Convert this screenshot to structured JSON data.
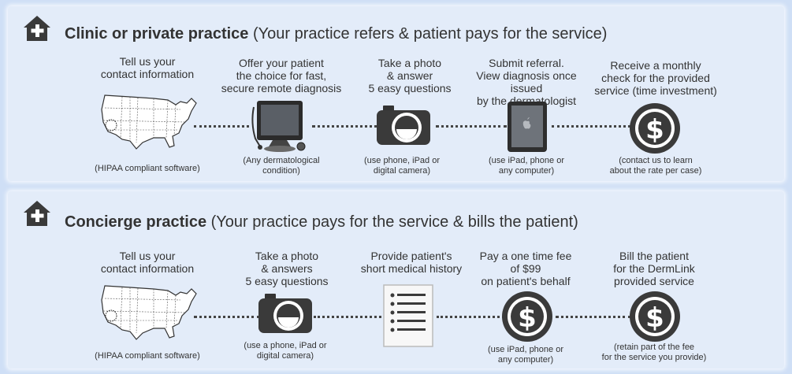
{
  "sections": [
    {
      "title_bold": "Clinic or private practice",
      "title_rest": " (Your practice refers & patient pays for the service)",
      "steps": [
        {
          "top": "Tell us your\ncontact information",
          "bottom": "(HIPAA compliant software)",
          "icon": "usa-map-icon"
        },
        {
          "top": "Offer your patient\nthe choice for fast,\nsecure remote diagnosis",
          "bottom": "(Any dermatological\ncondition)",
          "icon": "computer-monitor-icon"
        },
        {
          "top": "Take a photo\n& answer\n5 easy questions",
          "bottom": "(use phone, iPad or\ndigital camera)",
          "icon": "camera-icon"
        },
        {
          "top": "Submit referral.\nView diagnosis once issued\nby the dermatologist",
          "bottom": "(use iPad, phone or\nany computer)",
          "icon": "tablet-icon"
        },
        {
          "top": "Receive a monthly\ncheck for the provided\nservice (time investment)",
          "bottom": "(contact us to learn\nabout the rate per case)",
          "icon": "dollar-coin-icon"
        }
      ]
    },
    {
      "title_bold": "Concierge practice",
      "title_rest": " (Your practice pays for the service & bills the patient)",
      "steps": [
        {
          "top": "Tell us your\ncontact information",
          "bottom": "(HIPAA compliant software)",
          "icon": "usa-map-icon"
        },
        {
          "top": "Take a photo\n& answers\n5 easy questions",
          "bottom": "(use a phone, iPad or\ndigital camera)",
          "icon": "camera-icon"
        },
        {
          "top": "Provide patient's\nshort medical history",
          "bottom": "",
          "icon": "checklist-icon"
        },
        {
          "top": "Pay a one time fee\nof $99\non patient's behalf",
          "bottom": "(use iPad, phone or\nany computer)",
          "icon": "dollar-coin-icon"
        },
        {
          "top": "Bill the patient\nfor the DermLink\nprovided service",
          "bottom": "(retain part of the fee\nfor the service you provide)",
          "icon": "dollar-coin-icon"
        }
      ]
    }
  ],
  "colors": {
    "background": "#cfdff6",
    "panel": "#e3ecf9",
    "icon_dark": "#3a3a3a",
    "text": "#333333"
  }
}
